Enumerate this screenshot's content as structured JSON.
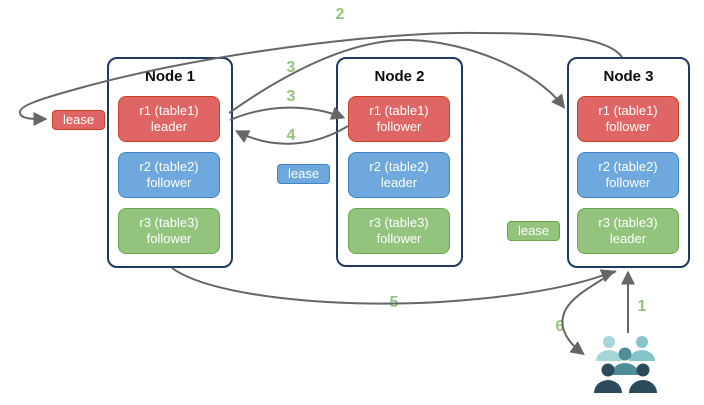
{
  "diagram": {
    "nodes": [
      {
        "title": "Node 1",
        "replicas": [
          {
            "label": "r1 (table1)",
            "role": "leader",
            "color": "red"
          },
          {
            "label": "r2 (table2)",
            "role": "follower",
            "color": "blue"
          },
          {
            "label": "r3 (table3)",
            "role": "follower",
            "color": "green"
          }
        ]
      },
      {
        "title": "Node 2",
        "replicas": [
          {
            "label": "r1 (table1)",
            "role": "follower",
            "color": "red"
          },
          {
            "label": "r2 (table2)",
            "role": "leader",
            "color": "blue"
          },
          {
            "label": "r3 (table3)",
            "role": "follower",
            "color": "green"
          }
        ]
      },
      {
        "title": "Node 3",
        "replicas": [
          {
            "label": "r1 (table1)",
            "role": "follower",
            "color": "red"
          },
          {
            "label": "r2 (table2)",
            "role": "follower",
            "color": "blue"
          },
          {
            "label": "r3 (table3)",
            "role": "leader",
            "color": "green"
          }
        ]
      }
    ],
    "leases": [
      {
        "label": "lease",
        "color": "red"
      },
      {
        "label": "lease",
        "color": "blue"
      },
      {
        "label": "lease",
        "color": "green"
      }
    ],
    "steps": {
      "s1": "1",
      "s2": "2",
      "s3a": "3",
      "s3b": "3",
      "s4": "4",
      "s5": "5",
      "s6": "6"
    },
    "icons": {
      "users": "group-of-users"
    },
    "colors": {
      "replica_red": "#e06666",
      "replica_red_border": "#cc4125",
      "replica_blue": "#6fa8dc",
      "replica_blue_border": "#3d85c6",
      "replica_green": "#93c47d",
      "replica_green_border": "#6aa84f",
      "node_border": "#203864",
      "arrow": "#666666",
      "step_number": "#93c47d",
      "users_light": "#a5d6d8",
      "users_medium_light": "#85c5c9",
      "users_medium": "#4f8e98",
      "users_dark": "#2c4b5a"
    }
  }
}
